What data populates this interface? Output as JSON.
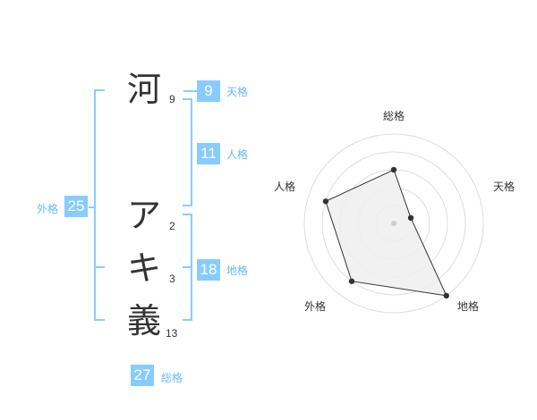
{
  "characters": [
    {
      "char": "河",
      "strokes": "9"
    },
    {
      "char": "ア",
      "strokes": "2"
    },
    {
      "char": "キ",
      "strokes": "3"
    },
    {
      "char": "義",
      "strokes": "13"
    }
  ],
  "kakusu": {
    "tenkaku": {
      "value": "9",
      "label": "天格"
    },
    "jinkaku": {
      "value": "11",
      "label": "人格"
    },
    "chikaku": {
      "value": "18",
      "label": "地格"
    },
    "gaikaku": {
      "value": "25",
      "label": "外格"
    },
    "soukaku": {
      "value": "27",
      "label": "総格"
    }
  },
  "chart_data": {
    "type": "radar",
    "axes": [
      "総格",
      "天格",
      "地格",
      "外格",
      "人格"
    ],
    "values": [
      3,
      1,
      5,
      4,
      4
    ],
    "range": [
      0,
      5
    ],
    "rings": 5,
    "colors": {
      "fill": "#eeeeee",
      "ring": "#dddddd",
      "line": "#333333",
      "point": "#333333",
      "center": "#cccccc"
    }
  }
}
